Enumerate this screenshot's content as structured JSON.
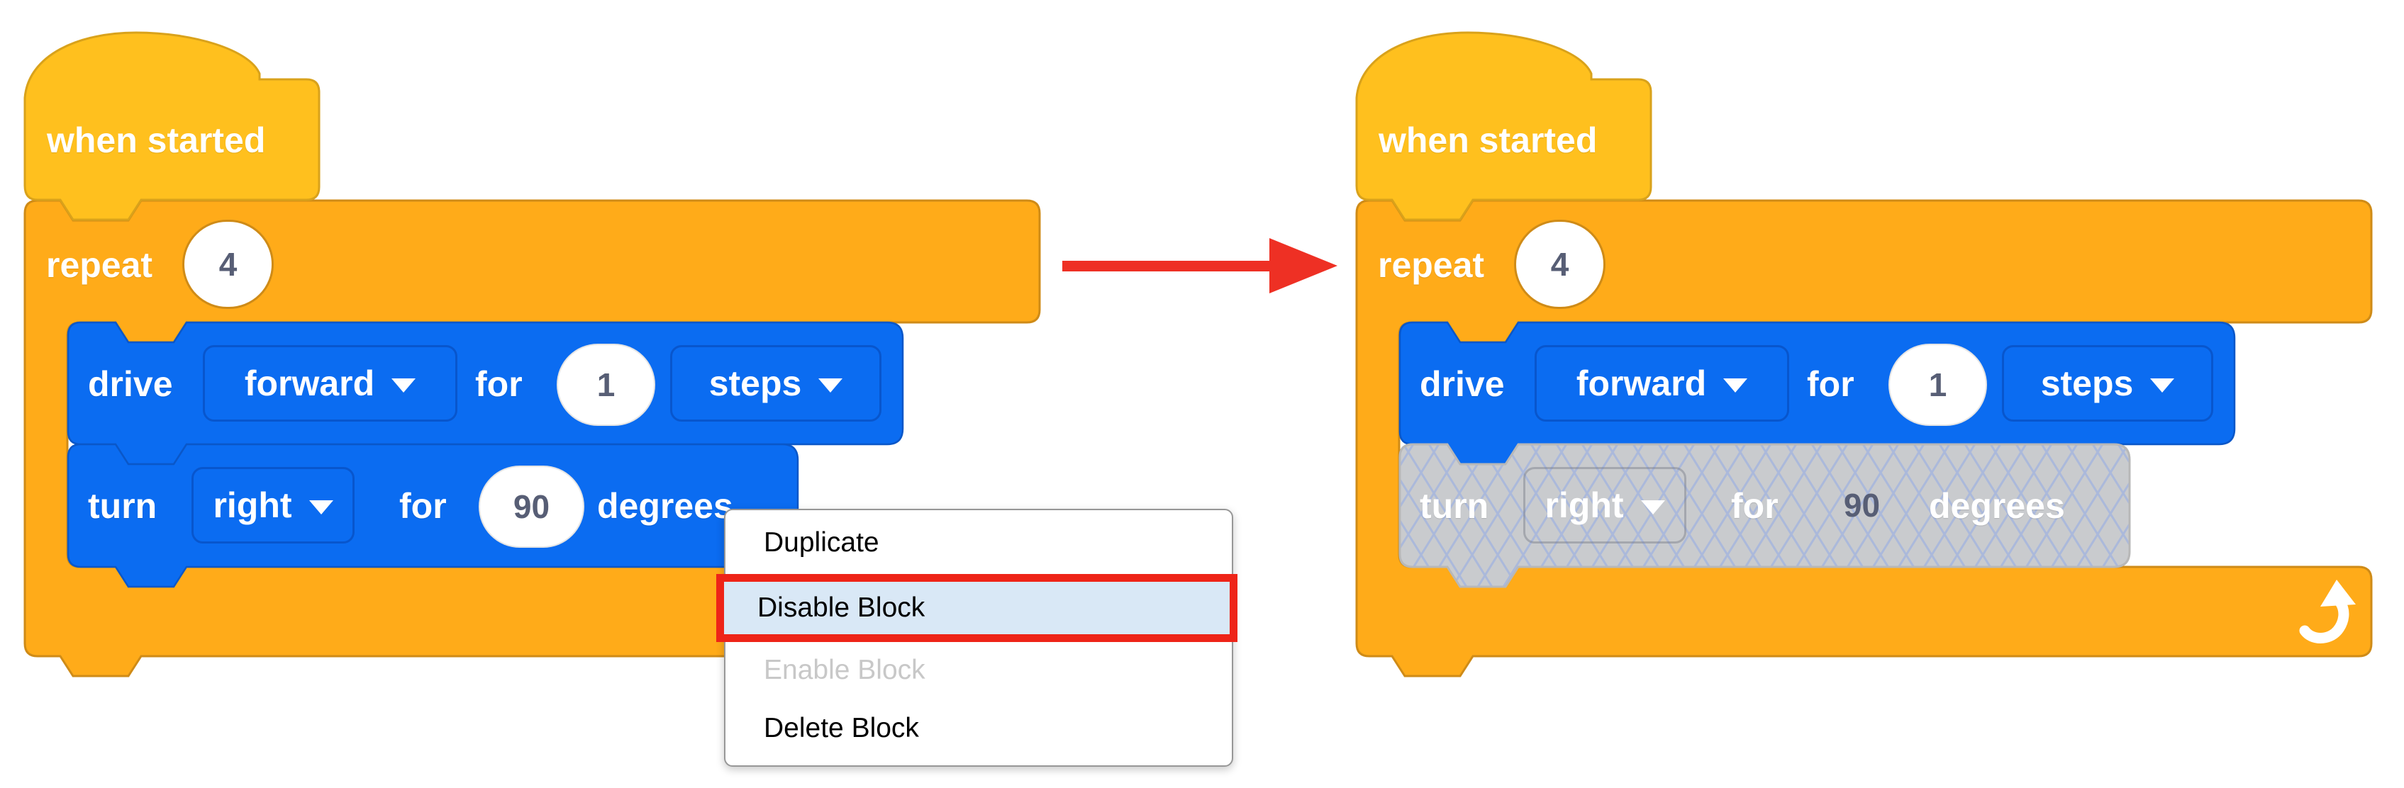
{
  "left_stack": {
    "hat": {
      "label": "when started"
    },
    "repeat_block": {
      "label": "repeat",
      "count": "4"
    },
    "drive_block": {
      "label": "drive",
      "direction": "forward",
      "for_label": "for",
      "distance": "1",
      "unit": "steps"
    },
    "turn_block": {
      "label": "turn",
      "direction": "right",
      "for_label": "for",
      "angle": "90",
      "unit": "degrees",
      "state": "enabled"
    }
  },
  "right_stack": {
    "hat": {
      "label": "when started"
    },
    "repeat_block": {
      "label": "repeat",
      "count": "4"
    },
    "drive_block": {
      "label": "drive",
      "direction": "forward",
      "for_label": "for",
      "distance": "1",
      "unit": "steps"
    },
    "turn_block": {
      "label": "turn",
      "direction": "right",
      "for_label": "for",
      "angle": "90",
      "unit": "degrees",
      "state": "disabled"
    }
  },
  "context_menu": {
    "items": [
      {
        "label": "Duplicate",
        "state": "normal"
      },
      {
        "label": "Disable Block",
        "state": "highlighted"
      },
      {
        "label": "Enable Block",
        "state": "disabled"
      },
      {
        "label": "Delete Block",
        "state": "normal"
      }
    ]
  },
  "icons": {
    "dropdown_arrow": "chevron-down",
    "repeat_loop": "curved-up-arrow",
    "transition": "red-right-arrow"
  },
  "colors": {
    "hat_yellow": "#FFC01E",
    "control_orange": "#FFAB19",
    "drivetrain_blue": "#0B6CF1",
    "disabled_gray": "#C9CBCE",
    "disabled_lattice": "#ABB9DB",
    "menu_highlight": "#D9E8F6",
    "annotation_red": "#EE2418",
    "value_text": "#575E75"
  }
}
